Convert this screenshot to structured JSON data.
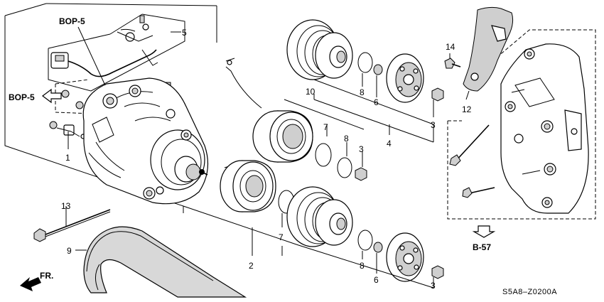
{
  "part_numbers": {
    "p1": "1",
    "p2": "2",
    "p3a": "3",
    "p3b": "3",
    "p3c": "3",
    "p4": "4",
    "p5": "5",
    "p6a": "6",
    "p6b": "6",
    "p7a": "7",
    "p7b": "7",
    "p8a": "8",
    "p8b": "8",
    "p8c": "8",
    "p9": "9",
    "p10": "10",
    "p12": "12",
    "p13": "13",
    "p14": "14"
  },
  "references": {
    "bop_top": "BOP-5",
    "bop_left": "BOP-5",
    "b57": "B-57"
  },
  "front_indicator": "FR.",
  "diagram_code": "S5A8–Z0200A"
}
